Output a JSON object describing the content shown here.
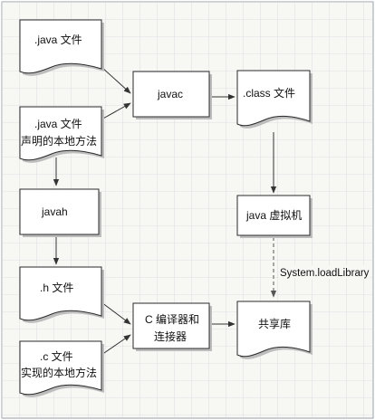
{
  "colors": {
    "paper": "#f7f7f4",
    "grid": "#c9cdd6",
    "box_fill": "#ffffff",
    "box_stroke": "#2a2a2a",
    "shadow": "#bdbdbd",
    "arrow": "#333333",
    "dashed_arrow": "#555555"
  },
  "nodes": {
    "java_file": {
      "label": ".java 文件"
    },
    "java_native": {
      "line1": ".java 文件",
      "line2": "声明的本地方法"
    },
    "javac": {
      "label": "javac"
    },
    "class_file": {
      "label": ".class 文件"
    },
    "javah": {
      "label": "javah"
    },
    "jvm": {
      "label": "java 虚拟机"
    },
    "h_file": {
      "label": ".h 文件"
    },
    "c_compiler": {
      "line1": "C 编译器和",
      "line2": "连接器"
    },
    "shared_lib": {
      "label": "共享库"
    },
    "c_file": {
      "line1": ".c 文件",
      "line2": "实现的本地方法"
    }
  },
  "edges": {
    "load_library": {
      "label": "System.loadLibrary"
    }
  }
}
